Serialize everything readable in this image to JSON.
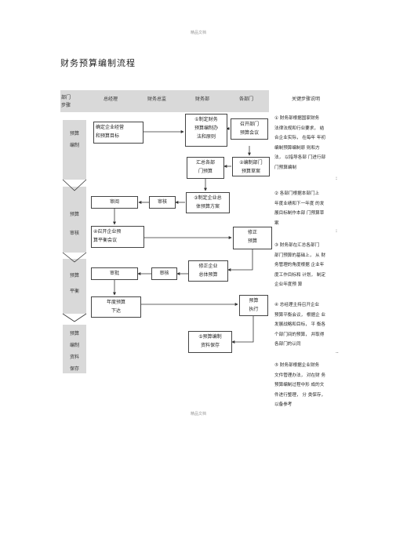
{
  "page": {
    "header_watermark": "精品文档",
    "footer_watermark": "精品文档",
    "title": "财务预算编制流程"
  },
  "table_header": {
    "dept_step": "部门\n步骤",
    "columns": [
      "总经理",
      "财务总监",
      "财务部",
      "各部门"
    ],
    "notes_title": "关键步骤说明"
  },
  "phases": [
    {
      "label": "预算\n编制"
    },
    {
      "label": "预算\n审核"
    },
    {
      "label": "预算\n平衡"
    },
    {
      "label": "预算\n编制\n资料\n保存"
    }
  ],
  "boxes": {
    "b1": "确定企业经营\n和预算目标",
    "b2": "①制定财务\n预算编制办\n法和原则",
    "b3": "召开部门\n预算会议",
    "b4": "汇总各部\n门预算",
    "b5": "②编制部门\n预算草案",
    "b6": "审阅",
    "b7": "审核",
    "b8": "③制定企业总\n体预算方案",
    "b9": "④召开企业预\n算平衡会议",
    "b10": "修正\n预算",
    "b11": "审批",
    "b12": "审核",
    "b13": "修正企业\n总体预算",
    "b14": "年度预算\n下达",
    "b15": "预算\n执行",
    "b16": "⑤预算编制\n资料保存"
  },
  "notes": [
    "① 财务部根据国家财务\n法律法规和行业要求， 结\n合企业实际， 在每年 年初\n编制预算编制原 则和方\n法， 以指导各部 门进行部\n门预算编制",
    "② 各部门根据本部门上\n年度业绩和下一年度 的发\n展目标制作本部 门预算草\n案",
    "③ 财务部在汇总各部门\n部门预算的基础上， 从 财\n务管理的角度根据 企业年\n度工作目标和 计划， 制定\n企业年度预 算",
    "④ 总经理主持召开企业\n预算平衡会议， 根据企 业\n发展战略和目标， 平 衡各\n个部门间的预算， 并取得\n各部门的认同",
    "⑤ 财务部根据企业财务\n文件管理办法， 对在财 务\n预算编制过程中形 成的文\n件进行整理， 分 类保存，\n以备参考"
  ],
  "separators": [
    ":",
    ":",
    ":",
    ".."
  ]
}
